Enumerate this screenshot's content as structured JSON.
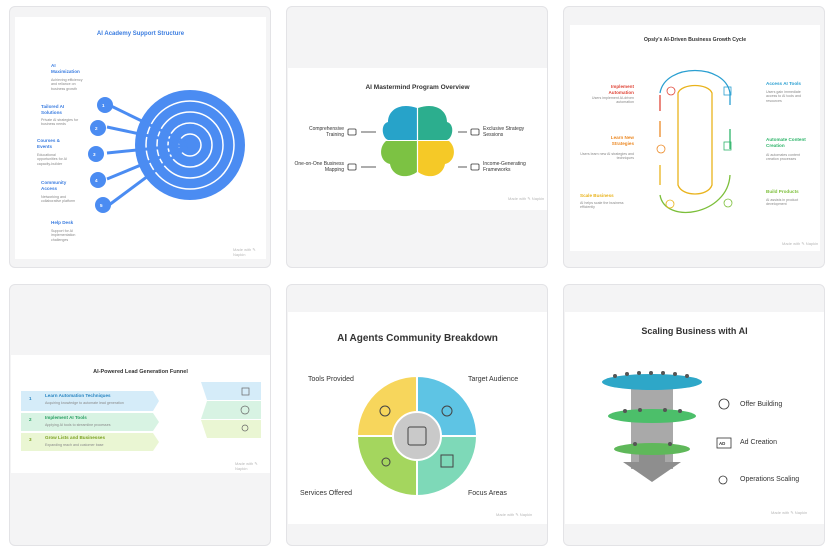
{
  "colors": {
    "card_bg": "#f4f4f5",
    "blue": "#4b8cf2",
    "teal": "#27a3c9",
    "green": "#7cc243",
    "yellow": "#f5c927"
  },
  "cards": [
    {
      "title": "AI Academy Support Structure",
      "items": [
        {
          "num": "1",
          "label": "AI Maximization",
          "desc": "Achieving efficiency and reliance on business growth"
        },
        {
          "num": "2",
          "label": "Tailored AI Solutions",
          "desc": "Private AI strategies for business needs"
        },
        {
          "num": "3",
          "label": "Courses & Events",
          "desc": "Educational opportunities for AI capacity-builder"
        },
        {
          "num": "4",
          "label": "Community Access",
          "desc": "Networking and collaborative platform"
        },
        {
          "num": "5",
          "label": "Help Desk",
          "desc": "Support for AI implementation challenges"
        }
      ],
      "watermark": "Made with ✎ Napkin"
    },
    {
      "title": "AI Mastermind Program Overview",
      "left": [
        {
          "label": "Comprehensive Training",
          "icon": "book-icon"
        },
        {
          "label": "One-on-One Business Mapping",
          "icon": "handshake-icon"
        }
      ],
      "right": [
        {
          "label": "Exclusive Strategy Sessions",
          "icon": "briefcase-icon"
        },
        {
          "label": "Income-Generating Frameworks",
          "icon": "money-hand-icon"
        }
      ],
      "watermark": "Made with ✎ Napkin"
    },
    {
      "title": "Opsly's AI-Driven Business Growth Cycle",
      "steps": [
        {
          "label": "Implement Automation",
          "desc": "Users implement AI-driven automation",
          "color": "#e0473a"
        },
        {
          "label": "Learn New Strategies",
          "desc": "Users learn new AI strategies and techniques",
          "color": "#ec8a26"
        },
        {
          "label": "Scale Business",
          "desc": "AI helps scale the business efficiently",
          "color": "#e9b31c"
        },
        {
          "label": "Access AI Tools",
          "desc": "Users gain immediate access to AI tools and resources",
          "color": "#2a9fd1"
        },
        {
          "label": "Automate Content Creation",
          "desc": "AI automates content creation processes",
          "color": "#2fb56b"
        },
        {
          "label": "Build Products",
          "desc": "AI assists in product development",
          "color": "#7cbf3a"
        }
      ],
      "watermark": "Made with ✎ Napkin"
    },
    {
      "title": "AI-Powered Lead Generation Funnel",
      "steps": [
        {
          "num": "1",
          "label": "Learn Automation Techniques",
          "desc": "Acquiring knowledge to automate lead generation"
        },
        {
          "num": "2",
          "label": "Implement AI Tools",
          "desc": "Applying AI tools to streamline processes"
        },
        {
          "num": "3",
          "label": "Grow Lists and Businesses",
          "desc": "Expanding reach and customer base"
        }
      ],
      "watermark": "Made with ✎ Napkin"
    },
    {
      "title": "AI Agents Community Breakdown",
      "quadrants": [
        "Tools Provided",
        "Target Audience",
        "Services Offered",
        "Focus Areas"
      ],
      "watermark": "Made with ✎ Napkin"
    },
    {
      "title": "Scaling Business with AI",
      "levels": [
        "Offer Building",
        "Ad Creation",
        "Operations Scaling"
      ],
      "ad_icon_text": "AD",
      "watermark": "Made with ✎ Napkin"
    }
  ]
}
